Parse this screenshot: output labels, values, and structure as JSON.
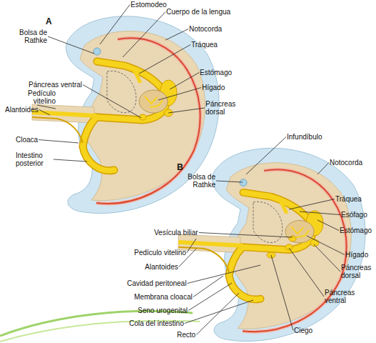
{
  "diagram": {
    "labels": [
      "Estomodeo",
      "Cuerpo de la lengua",
      "A",
      "Bolsa de Rathke",
      "Notocorda",
      "Tráquea",
      "Estómago",
      "Hígado",
      "Páncreas ventral",
      "Pedículo vitelino",
      "Páncreas dorsal",
      "Alantoides",
      "Cloaca",
      "Intestino posterior",
      "Infundíbulo",
      "B",
      "Bolsa de Rathke",
      "Notocorda",
      "Tráquea",
      "Vesícula biliar",
      "Esófago",
      "Pedículo vitelino",
      "Estómago",
      "Alantoides",
      "Hígado",
      "Cavidad peritoneal",
      "Membrana cloacal",
      "Páncreas dorsal",
      "Seno urogenital",
      "Páncreas ventral",
      "Cola del intestino",
      "Ciego",
      "Recto"
    ]
  }
}
